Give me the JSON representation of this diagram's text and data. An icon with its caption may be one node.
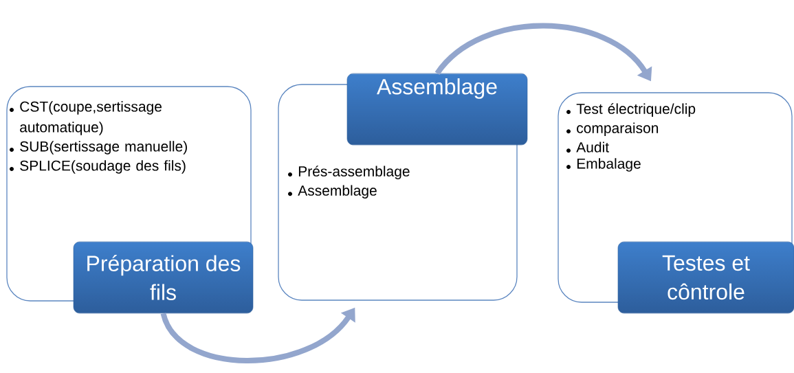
{
  "diagram": {
    "nodes": [
      {
        "text": [
          "CST(coupe,sertissage automatique)",
          "SUB(sertissage manuelle)",
          "SPLICE(soudage des fils)"
        ]
      },
      {
        "text": [
          "Préparation des fils"
        ]
      },
      {
        "text": [
          "Prés-assemblage",
          "Assemblage"
        ]
      },
      {
        "text": [
          "Assemblage"
        ]
      },
      {
        "text": [
          "Test électrique/clip",
          "comparaison",
          "Audit",
          "Embalage"
        ]
      },
      {
        "text": [
          "Testes et côntrole"
        ]
      }
    ],
    "edges": [
      {
        "from": 1,
        "to": 2,
        "arrow": "to"
      },
      {
        "from": 3,
        "to": 4,
        "arrow": "to"
      }
    ]
  }
}
